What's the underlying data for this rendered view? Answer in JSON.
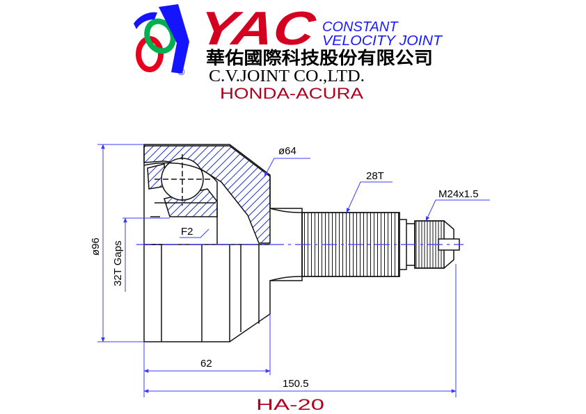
{
  "header": {
    "brand": "YAC",
    "subtitle_line1": "CONSTANT",
    "subtitle_line2": "VELOCITY JOINT",
    "chinese_name": "華佑國際科技股份有限公司",
    "company": "C.V.JOINT CO.,LTD.",
    "application": "HONDA-ACURA",
    "registered_mark": "®"
  },
  "specs": {
    "outer_diameter": "ø64",
    "spline_teeth": "28T",
    "thread": "M24x1.5",
    "body_diameter": "ø96",
    "inner_gaps": "32T Gaps",
    "bearing_label": "F2",
    "length_62": "62",
    "length_total": "150.5"
  },
  "footer": {
    "part_number": "HA-20"
  },
  "colors": {
    "logo_red": "#e8001c",
    "logo_green": "#00b050",
    "logo_blue": "#1414ff",
    "brand_red": "#d40020",
    "brand_blue": "#1a1aff",
    "dimension_line": "#3b3bff",
    "hatch": "#1a2fd6",
    "part_outline": "#111111"
  }
}
